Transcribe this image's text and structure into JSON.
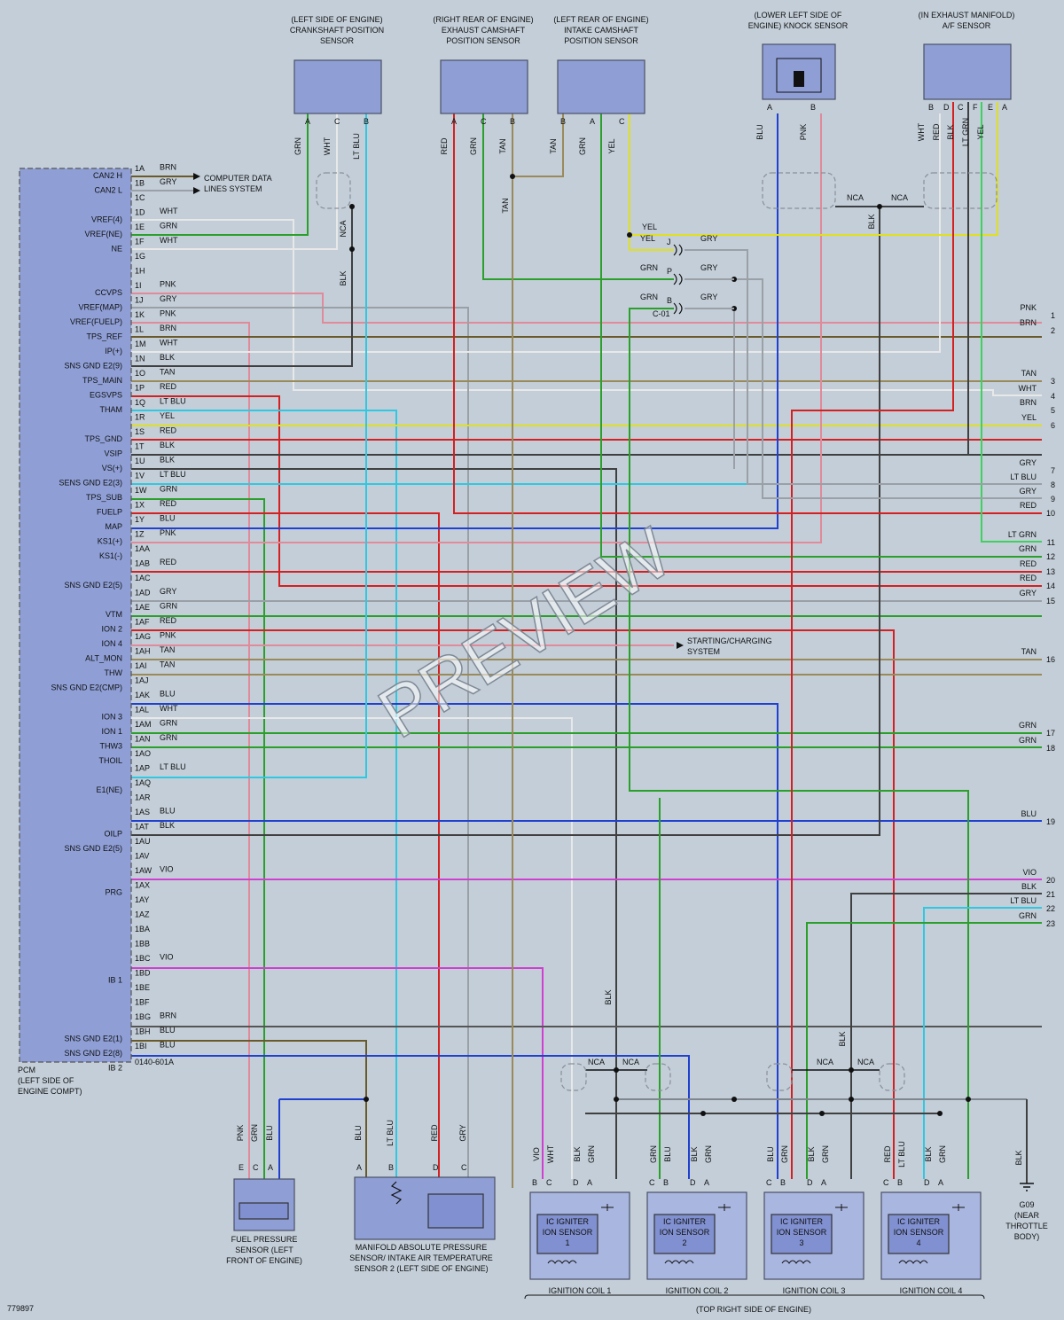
{
  "colors": {
    "background": "#c3ced8",
    "component": "#8f9fd6",
    "wire": {
      "BRN": "#6a5a2a",
      "GRY": "#9aa0a6",
      "WHT": "#e8e8e8",
      "GRN": "#2aa02a",
      "PNK": "#e08a9a",
      "BLK": "#404040",
      "TAN": "#9a8a5a",
      "RED": "#d42020",
      "LT BLU": "#30c8e0",
      "YEL": "#e0e020",
      "BLU": "#2040d0",
      "VIO": "#d040d0",
      "LT GRN": "#40d060"
    }
  },
  "pcm": {
    "name": "PCM",
    "location": "(LEFT SIDE OF ENGINE COMPT)",
    "part_number": "0140-601A",
    "pins": [
      {
        "pin": "1A",
        "label": "CAN2 H",
        "wire": "BRN"
      },
      {
        "pin": "1B",
        "label": "CAN2 L",
        "wire": "GRY"
      },
      {
        "pin": "1C",
        "label": "",
        "wire": ""
      },
      {
        "pin": "1D",
        "label": "VREF(4)",
        "wire": "WHT"
      },
      {
        "pin": "1E",
        "label": "VREF(NE)",
        "wire": "GRN"
      },
      {
        "pin": "1F",
        "label": "NE",
        "wire": "WHT"
      },
      {
        "pin": "1G",
        "label": "",
        "wire": ""
      },
      {
        "pin": "1H",
        "label": "",
        "wire": ""
      },
      {
        "pin": "1I",
        "label": "CCVPS",
        "wire": "PNK"
      },
      {
        "pin": "1J",
        "label": "VREF(MAP)",
        "wire": "GRY"
      },
      {
        "pin": "1K",
        "label": "VREF(FUELP)",
        "wire": "PNK"
      },
      {
        "pin": "1L",
        "label": "TPS_REF",
        "wire": "BRN"
      },
      {
        "pin": "1M",
        "label": "IP(+)",
        "wire": "WHT"
      },
      {
        "pin": "1N",
        "label": "SNS GND E2(9)",
        "wire": "BLK"
      },
      {
        "pin": "1O",
        "label": "TPS_MAIN",
        "wire": "TAN"
      },
      {
        "pin": "1P",
        "label": "EGSVPS",
        "wire": "RED"
      },
      {
        "pin": "1Q",
        "label": "THAM",
        "wire": "LT BLU"
      },
      {
        "pin": "1R",
        "label": "",
        "wire": "YEL"
      },
      {
        "pin": "1S",
        "label": "TPS_GND",
        "wire": "RED"
      },
      {
        "pin": "1T",
        "label": "VSIP",
        "wire": "BLK"
      },
      {
        "pin": "1U",
        "label": "VS(+)",
        "wire": "BLK"
      },
      {
        "pin": "1V",
        "label": "SENS GND E2(3)",
        "wire": "LT BLU"
      },
      {
        "pin": "1W",
        "label": "TPS_SUB",
        "wire": "GRN"
      },
      {
        "pin": "1X",
        "label": "FUELP",
        "wire": "RED"
      },
      {
        "pin": "1Y",
        "label": "MAP",
        "wire": "BLU"
      },
      {
        "pin": "1Z",
        "label": "KS1(+)",
        "wire": "PNK"
      },
      {
        "pin": "1AA",
        "label": "KS1(-)",
        "wire": ""
      },
      {
        "pin": "1AB",
        "label": "",
        "wire": "RED"
      },
      {
        "pin": "1AC",
        "label": "SNS GND E2(5)",
        "wire": ""
      },
      {
        "pin": "1AD",
        "label": "",
        "wire": "GRY"
      },
      {
        "pin": "1AE",
        "label": "VTM",
        "wire": "GRN"
      },
      {
        "pin": "1AF",
        "label": "ION 2",
        "wire": "RED"
      },
      {
        "pin": "1AG",
        "label": "ION 4",
        "wire": "PNK"
      },
      {
        "pin": "1AH",
        "label": "ALT_MON",
        "wire": "TAN"
      },
      {
        "pin": "1AI",
        "label": "THW",
        "wire": "TAN"
      },
      {
        "pin": "1AJ",
        "label": "SNS GND E2(CMP)",
        "wire": ""
      },
      {
        "pin": "1AK",
        "label": "",
        "wire": "BLU"
      },
      {
        "pin": "1AL",
        "label": "ION 3",
        "wire": "WHT"
      },
      {
        "pin": "1AM",
        "label": "ION 1",
        "wire": "GRN"
      },
      {
        "pin": "1AN",
        "label": "THW3",
        "wire": "GRN"
      },
      {
        "pin": "1AO",
        "label": "THOIL",
        "wire": ""
      },
      {
        "pin": "1AP",
        "label": "",
        "wire": "LT BLU"
      },
      {
        "pin": "1AQ",
        "label": "E1(NE)",
        "wire": ""
      },
      {
        "pin": "1AR",
        "label": "",
        "wire": ""
      },
      {
        "pin": "1AS",
        "label": "",
        "wire": "BLU"
      },
      {
        "pin": "1AT",
        "label": "OILP",
        "wire": "BLK"
      },
      {
        "pin": "1AU",
        "label": "SNS GND E2(5)",
        "wire": ""
      },
      {
        "pin": "1AV",
        "label": "",
        "wire": ""
      },
      {
        "pin": "1AW",
        "label": "",
        "wire": "VIO"
      },
      {
        "pin": "1AX",
        "label": "PRG",
        "wire": ""
      },
      {
        "pin": "1AY",
        "label": "",
        "wire": ""
      },
      {
        "pin": "1AZ",
        "label": "",
        "wire": ""
      },
      {
        "pin": "1BA",
        "label": "",
        "wire": ""
      },
      {
        "pin": "1BB",
        "label": "",
        "wire": ""
      },
      {
        "pin": "1BC",
        "label": "",
        "wire": "VIO"
      },
      {
        "pin": "1BD",
        "label": "IB 1",
        "wire": ""
      },
      {
        "pin": "1BE",
        "label": "",
        "wire": ""
      },
      {
        "pin": "1BF",
        "label": "",
        "wire": ""
      },
      {
        "pin": "1BG",
        "label": "",
        "wire": "BRN"
      },
      {
        "pin": "1BH",
        "label": "SNS GND E2(1)",
        "wire": "BLU"
      },
      {
        "pin": "1BI",
        "label": "SNS GND E2(8)",
        "wire": "BLU"
      },
      {
        "pin": "",
        "label": "IB 2",
        "wire": ""
      }
    ]
  },
  "computer_data_lines": "COMPUTER DATA LINES SYSTEM",
  "starting_charging": "STARTING/CHARGING SYSTEM",
  "top_components": [
    {
      "title": "(LEFT SIDE OF ENGINE) CRANKSHAFT POSITION SENSOR",
      "pins": [
        "A",
        "C",
        "B"
      ],
      "wires": [
        "GRN",
        "WHT",
        "LT BLU"
      ]
    },
    {
      "title": "(RIGHT REAR OF ENGINE) EXHAUST CAMSHAFT POSITION SENSOR",
      "pins": [
        "A",
        "C",
        "B"
      ],
      "wires": [
        "RED",
        "GRN",
        "TAN"
      ]
    },
    {
      "title": "(LEFT REAR OF ENGINE) INTAKE CAMSHAFT POSITION SENSOR",
      "pins": [
        "B",
        "A",
        "C"
      ],
      "wires": [
        "TAN",
        "GRN",
        "YEL"
      ]
    },
    {
      "title": "(LOWER LEFT SIDE OF ENGINE) KNOCK SENSOR",
      "pins": [
        "A",
        "B"
      ],
      "wires": [
        "BLU",
        "PNK"
      ]
    },
    {
      "title": "(IN EXHAUST MANIFOLD) A/F SENSOR",
      "pins": [
        "B",
        "D",
        "C",
        "F",
        "E",
        "A"
      ],
      "wires": [
        "WHT",
        "RED",
        "BLK",
        "LT GRN",
        "YEL"
      ]
    }
  ],
  "connector": {
    "name": "C-01",
    "pins": [
      "J",
      "P",
      "B"
    ],
    "left_wires": [
      "YEL",
      "GRN",
      "GRN"
    ],
    "right_wires": [
      "GRY",
      "GRY",
      "GRY"
    ]
  },
  "splice_labels": {
    "nca": "NCA",
    "blk": "BLK",
    "tan": "TAN",
    "yel": "YEL"
  },
  "right_terminals": [
    {
      "num": "1",
      "wire": "PNK"
    },
    {
      "num": "2",
      "wire": "BRN"
    },
    {
      "num": "3",
      "wire": "TAN"
    },
    {
      "num": "4",
      "wire": "WHT"
    },
    {
      "num": "5",
      "wire": "BRN"
    },
    {
      "num": "6",
      "wire": "YEL"
    },
    {
      "num": "7",
      "wire": "GRY"
    },
    {
      "num": "8",
      "wire": "LT BLU"
    },
    {
      "num": "9",
      "wire": "GRY"
    },
    {
      "num": "10",
      "wire": "RED"
    },
    {
      "num": "11",
      "wire": "LT GRN"
    },
    {
      "num": "12",
      "wire": "GRN"
    },
    {
      "num": "13",
      "wire": "RED"
    },
    {
      "num": "14",
      "wire": "RED"
    },
    {
      "num": "15",
      "wire": "GRY"
    },
    {
      "num": "16",
      "wire": "TAN"
    },
    {
      "num": "17",
      "wire": "GRN"
    },
    {
      "num": "18",
      "wire": "GRN"
    },
    {
      "num": "19",
      "wire": "BLU"
    },
    {
      "num": "20",
      "wire": "VIO"
    },
    {
      "num": "21",
      "wire": "BLK"
    },
    {
      "num": "22",
      "wire": "LT BLU"
    },
    {
      "num": "23",
      "wire": "GRN"
    }
  ],
  "bottom_components": [
    {
      "title": "FUEL PRESSURE SENSOR (LEFT FRONT OF ENGINE)",
      "pins": [
        "E",
        "C",
        "A"
      ],
      "wires": [
        "PNK",
        "GRN",
        "BLU"
      ]
    },
    {
      "title": "MANIFOLD ABSOLUTE PRESSURE SENSOR/ INTAKE AIR TEMPERATURE SENSOR 2 (LEFT SIDE OF ENGINE)",
      "pins": [
        "A",
        "B",
        "D",
        "C"
      ],
      "wires": [
        "BLU",
        "LT BLU",
        "RED",
        "GRY"
      ]
    }
  ],
  "coils": [
    {
      "title": "IGNITION COIL 1",
      "inner": "IC IGNITER ION SENSOR 1",
      "pins": [
        "B",
        "C",
        "D",
        "A"
      ],
      "wires": [
        "VIO",
        "WHT",
        "BLK",
        "GRN"
      ]
    },
    {
      "title": "IGNITION COIL 2",
      "inner": "IC IGNITER ION SENSOR 2",
      "pins": [
        "C",
        "B",
        "D",
        "A"
      ],
      "wires": [
        "GRN",
        "BLU",
        "BLK",
        "GRN"
      ]
    },
    {
      "title": "IGNITION COIL 3",
      "inner": "IC IGNITER ION SENSOR 3",
      "pins": [
        "C",
        "B",
        "D",
        "A"
      ],
      "wires": [
        "BLU",
        "GRN",
        "BLK",
        "GRN"
      ]
    },
    {
      "title": "IGNITION COIL 4",
      "inner": "IC IGNITER ION SENSOR 4",
      "pins": [
        "C",
        "B",
        "D",
        "A"
      ],
      "wires": [
        "RED",
        "LT BLU",
        "BLK",
        "GRN"
      ]
    }
  ],
  "coils_location": "(TOP RIGHT SIDE OF ENGINE)",
  "ground": {
    "name": "G09",
    "location": "(NEAR THROTTLE BODY)",
    "wire": "BLK"
  },
  "figure_number": "779897",
  "watermark": "PREVIEW"
}
